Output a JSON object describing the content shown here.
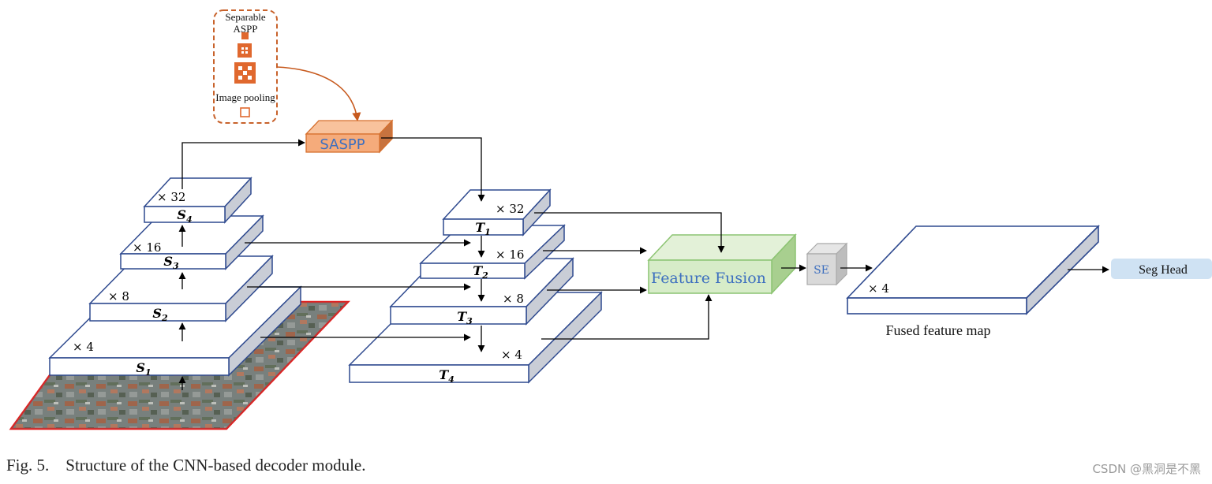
{
  "aspp_box": {
    "title": "Separable\nASPP",
    "pooling_label": "Image pooling"
  },
  "saspp_label": "SASPP",
  "encoder": [
    {
      "scale": "× 32",
      "name": "S",
      "sub": "4"
    },
    {
      "scale": "× 16",
      "name": "S",
      "sub": "3"
    },
    {
      "scale": "× 8",
      "name": "S",
      "sub": "2"
    },
    {
      "scale": "× 4",
      "name": "S",
      "sub": "1"
    }
  ],
  "decoder": [
    {
      "scale": "× 32",
      "name": "T",
      "sub": "1"
    },
    {
      "scale": "× 16",
      "name": "T",
      "sub": "2"
    },
    {
      "scale": "× 8",
      "name": "T",
      "sub": "3"
    },
    {
      "scale": "× 4",
      "name": "T",
      "sub": "4"
    }
  ],
  "fusion_label": "Feature Fusion",
  "se_label": "SE",
  "output": {
    "scale": "× 4",
    "label": "Fused feature map"
  },
  "seg_head_label": "Seg Head",
  "caption": "Fig. 5.    Structure of the CNN-based decoder module.",
  "watermark": "CSDN @黑洞是不黑",
  "colors": {
    "layer_stroke": "#2f4a8f",
    "layer_side": "#c9cdd6",
    "aspp_orange": "#e0682e",
    "saspp_fill": "#f5ab7b",
    "fusion_fill": "#d7ecc8",
    "fusion_stroke": "#8cc472",
    "fusion_text": "#3d6fbf",
    "seghead_fill": "#cfe2f3",
    "aerial_border": "#e02020"
  }
}
